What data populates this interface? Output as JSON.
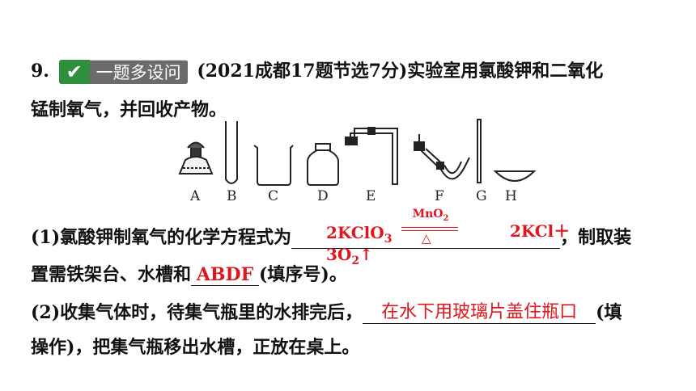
{
  "question": {
    "number": "9.",
    "badge_icon": "check-icon",
    "badge_text": "一题多设问",
    "source": "(2021成都17题节选7分)实验室用氯酸钾和二氧化",
    "line2": "锰制氧气，并回收产物。"
  },
  "apparatus_labels": [
    "A",
    "B",
    "C",
    "D",
    "E",
    "F",
    "G",
    "H"
  ],
  "part1": {
    "prefix": "(1)氯酸钾制氧气的化学方程式为",
    "reactant": "2KClO",
    "reactant_sub": "3",
    "catalyst": "MnO",
    "catalyst_sub": "2",
    "condition": "△",
    "product1": "2KCl＋",
    "product2": "3O",
    "product2_sub": "2",
    "arrow": "↑",
    "suffix": "，制取装",
    "line2_prefix": "置需铁架台、水槽和",
    "answer2": "ABDF",
    "line2_suffix": "(填序号)。"
  },
  "part2": {
    "prefix": "(2)收集气体时，待集气瓶里的水排完后，",
    "answer": "在水下用玻璃片盖住瓶口",
    "suffix": "(填",
    "line2": "操作)，把集气瓶移出水槽，正放在桌上。"
  }
}
